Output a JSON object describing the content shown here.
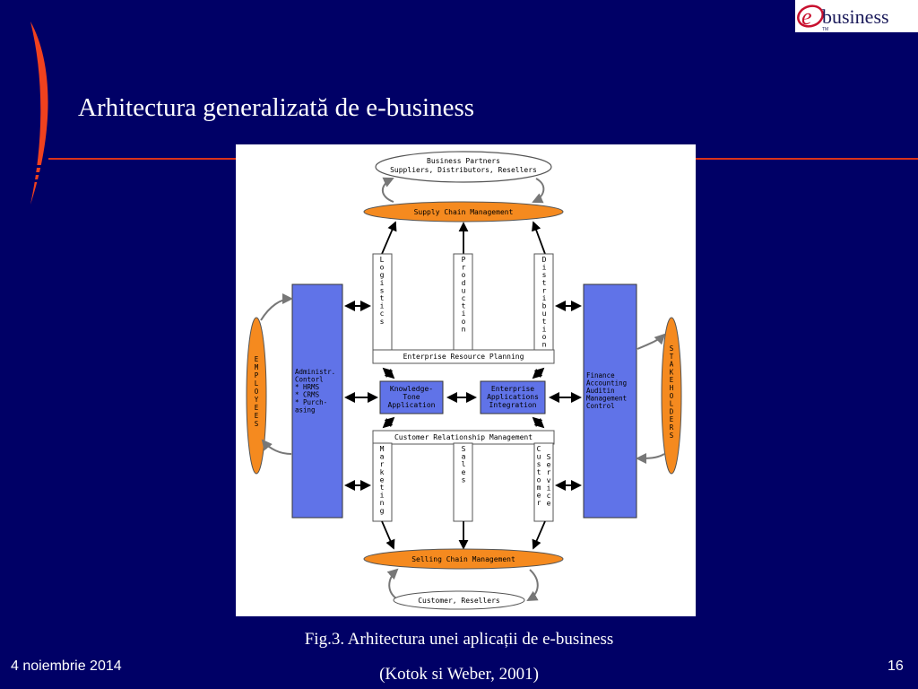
{
  "logo": {
    "letter": "e",
    "word": "business",
    "tm": "TM"
  },
  "title": "Arhitectura generalizată de e-business",
  "diagram": {
    "business_partners": [
      "Business Partners",
      "Suppliers, Distributors, Resellers"
    ],
    "supply_chain": "Supply Chain Management",
    "vertical_top": [
      [
        "L",
        "o",
        "g",
        "i",
        "s",
        "t",
        "i",
        "c",
        "s"
      ],
      [
        "P",
        "r",
        "o",
        "d",
        "u",
        "c",
        "t",
        "i",
        "o",
        "n"
      ],
      [
        "D",
        "i",
        "s",
        "t",
        "r",
        "i",
        "b",
        "u",
        "t",
        "i",
        "o",
        "n"
      ]
    ],
    "erp": "Enterprise Resource Planning",
    "knowledge": [
      "Knowledge-",
      "Tone",
      "Application"
    ],
    "eai": [
      "Enterprise",
      "Applications",
      "Integration"
    ],
    "crm": "Customer Relationship Management",
    "vertical_bottom": [
      [
        "M",
        "a",
        "r",
        "k",
        "e",
        "t",
        "i",
        "n",
        "g"
      ],
      [
        "S",
        "a",
        "l",
        "e",
        "s"
      ],
      [
        "C",
        "u",
        "s",
        "t",
        "o",
        "m",
        "e",
        "r"
      ],
      [
        "S",
        "e",
        "r",
        "v",
        "i",
        "c",
        "e"
      ]
    ],
    "left_panel": [
      "Administr.",
      "Contorl",
      "* HRMS",
      "* CRMS",
      "* Purch-",
      "  asing"
    ],
    "right_panel": [
      "Finance",
      "Accounting",
      "Auditin",
      "Management",
      "Control"
    ],
    "employees": [
      "E",
      "M",
      "P",
      "L",
      "O",
      "Y",
      "E",
      "E",
      "S"
    ],
    "stakeholders": [
      "S",
      "T",
      "A",
      "K",
      "E",
      "H",
      "O",
      "L",
      "D",
      "E",
      "R",
      "S"
    ],
    "selling_chain": "Selling Chain Management",
    "customers": "Customer, Resellers",
    "colors": {
      "orange": "#f58a1f",
      "blue": "#6073e8",
      "accent_red": "#d9321a"
    }
  },
  "caption": {
    "line1": "Fig.3. Arhitectura unei aplicații de e-business",
    "line2": "(Kotok si Weber, 2001)"
  },
  "footer": {
    "date": "4 noiembrie 2014",
    "page": "16"
  }
}
